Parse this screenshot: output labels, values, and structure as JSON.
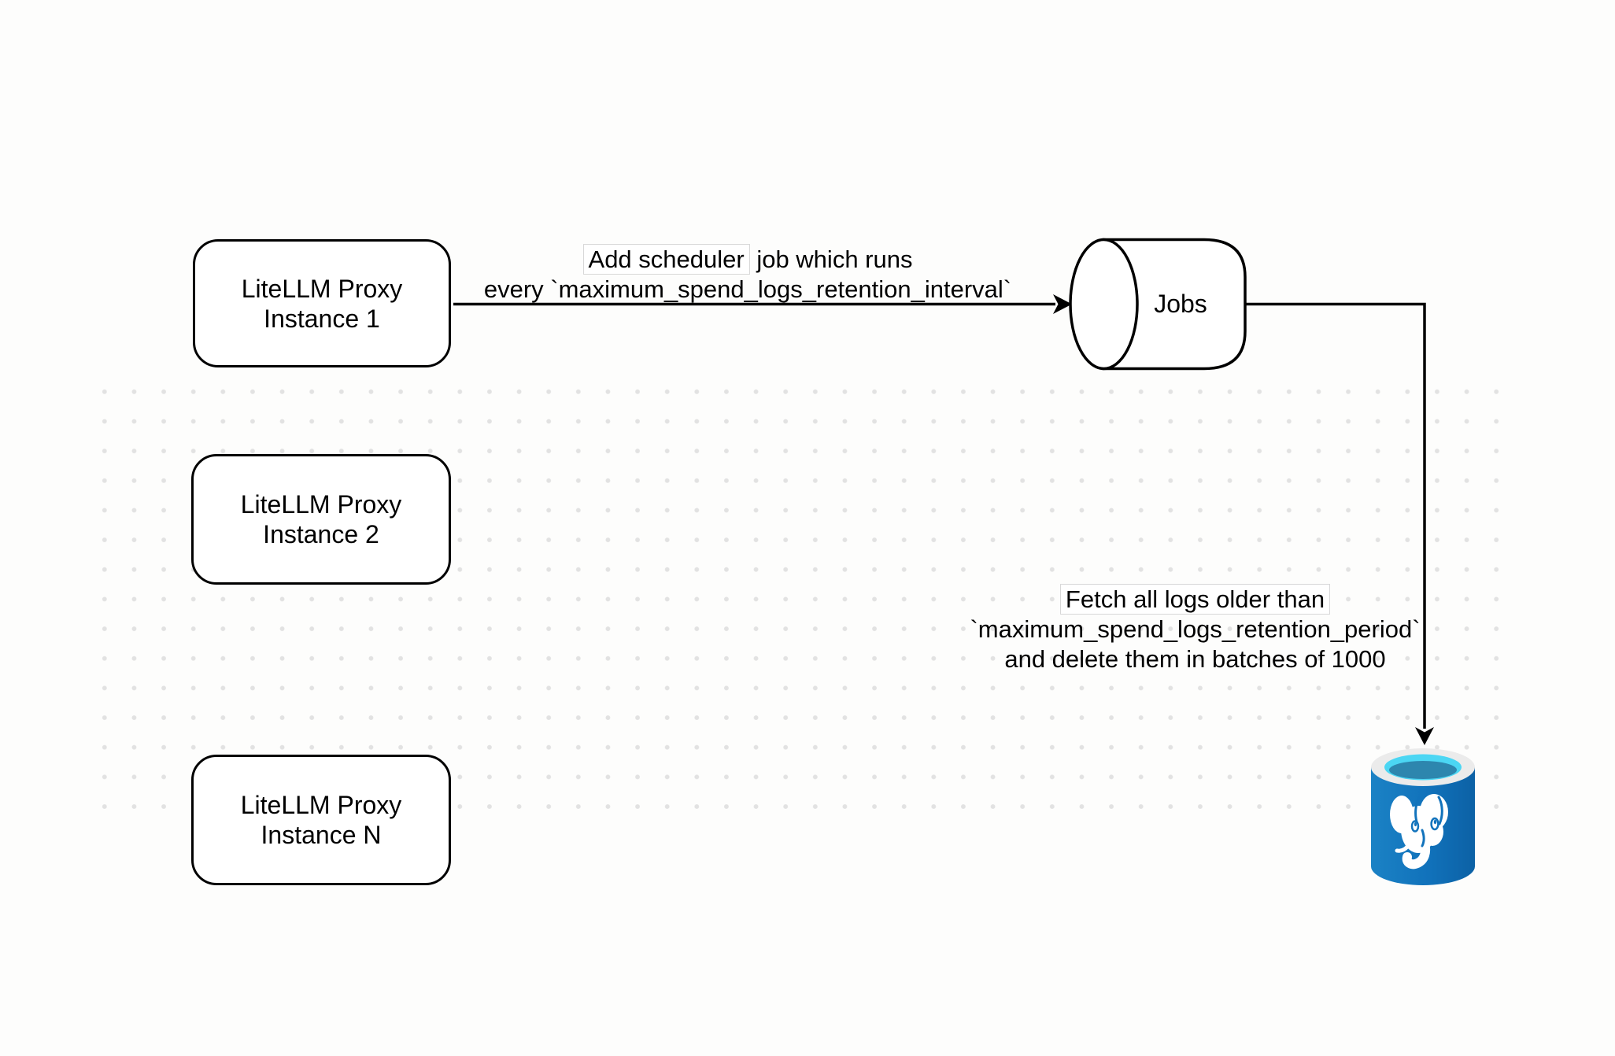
{
  "diagram": {
    "title_implicit": "LiteLLM spend logs cleanup scheduler flow",
    "colors": {
      "background": "#FDFDFC",
      "dot_grid": "#E2E2E2",
      "node_stroke": "#000000",
      "node_fill": "#FFFFFF",
      "postgres_blue": "#1172BB",
      "postgres_cyan": "#4BD6F3",
      "postgres_liquid": "#2D86AE",
      "postgres_rim": "#EBEBEB"
    },
    "nodes": {
      "proxy_instances": [
        {
          "line1": "LiteLLM Proxy",
          "line2": "Instance 1"
        },
        {
          "line1": "LiteLLM Proxy",
          "line2": "Instance 2"
        },
        {
          "line1": "LiteLLM Proxy",
          "line2": "Instance N"
        }
      ],
      "jobs_queue": {
        "label": "Jobs",
        "shape": "horizontal-cylinder"
      },
      "postgres_database": {
        "icon": "postgresql-database-icon"
      }
    },
    "edges": {
      "scheduler": {
        "from": "LiteLLM Proxy Instance 1",
        "to": "Jobs",
        "line1_boxed": "Add scheduler",
        "line1_rest": " job which runs",
        "line2": "every `maximum_spend_logs_retention_interval`"
      },
      "fetch_delete": {
        "from": "Jobs",
        "to": "PostgreSQL",
        "line1": "Fetch all logs older than",
        "line2": "`maximum_spend_logs_retention_period`",
        "line3": "and delete them in batches of 1000"
      }
    }
  }
}
